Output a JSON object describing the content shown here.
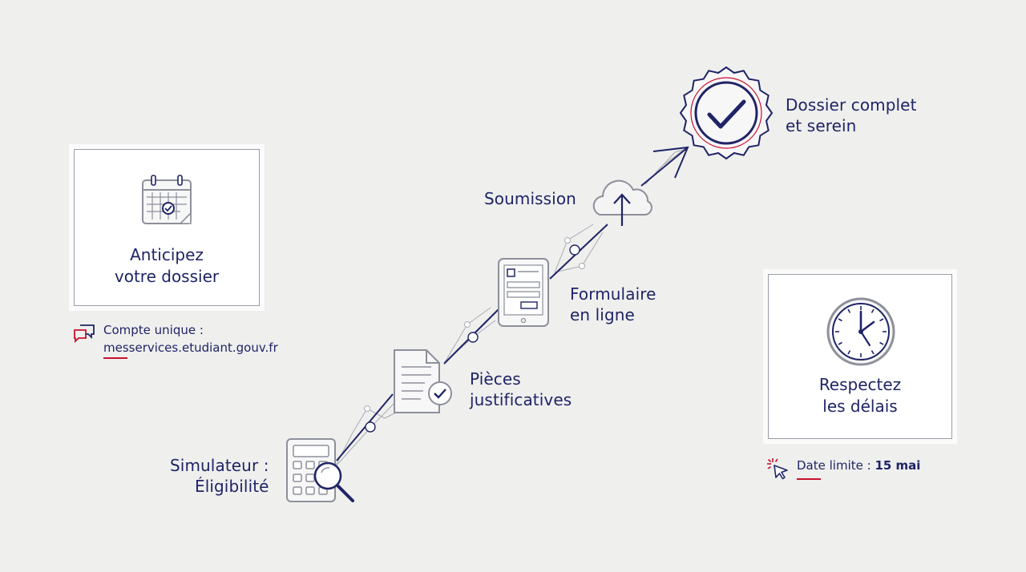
{
  "steps": [
    {
      "line1": "Simulateur :",
      "line2": "Éligibilité",
      "icon": "calculator-magnifier-icon"
    },
    {
      "line1": "Pièces",
      "line2": "justificatives",
      "icon": "document-check-icon"
    },
    {
      "line1": "Formulaire",
      "line2": "en ligne",
      "icon": "tablet-form-icon"
    },
    {
      "line1": "Soumission",
      "icon": "cloud-upload-icon"
    },
    {
      "line1": "Dossier complet",
      "line2": "et serein",
      "icon": "check-badge-icon"
    }
  ],
  "card_left": {
    "line1": "Anticipez",
    "line2": "votre dossier",
    "icon": "calendar-check-icon"
  },
  "note_left": {
    "label": "Compte unique :",
    "value": "messervices.etudiant.gouv.fr",
    "icon": "chat-bubbles-icon"
  },
  "card_right": {
    "line1": "Respectez",
    "line2": "les délais",
    "icon": "clock-icon"
  },
  "note_right": {
    "label": "Date limite : ",
    "value": "15 mai",
    "icon": "cursor-click-icon"
  },
  "colors": {
    "navy": "#1f2466",
    "accent_red": "#c8102e",
    "background": "#efefee",
    "icon_grey": "#8d909a"
  }
}
